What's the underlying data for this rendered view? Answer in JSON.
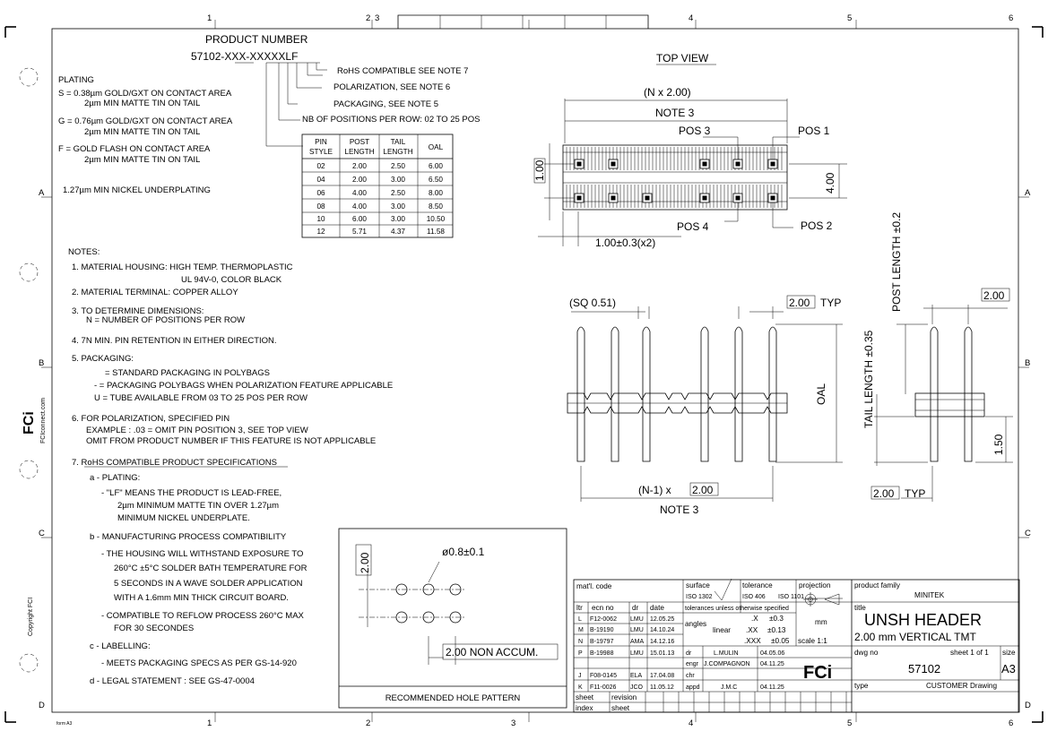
{
  "border": {
    "top_numbers": [
      "1",
      "2",
      "3",
      "4",
      "5",
      "6"
    ],
    "bottom_numbers": [
      "1",
      "2",
      "3",
      "4",
      "5",
      "6"
    ],
    "side_letters": [
      "A",
      "B",
      "C",
      "D"
    ],
    "left_vertical_site": "FCIconnect.com",
    "left_vertical_copyright": "Copyright FCI",
    "logo_text": "FCi",
    "form_label": "form A3"
  },
  "part_number": {
    "heading": "PRODUCT NUMBER",
    "code": "57102-XXX-XXXXXLF",
    "callouts": [
      "RoHS COMPATIBLE SEE NOTE 7",
      "POLARIZATION, SEE NOTE 6",
      "PACKAGING, SEE NOTE 5",
      "NB OF POSITIONS PER ROW: 02 TO 25 POS"
    ]
  },
  "plating": {
    "heading": "PLATING",
    "lines": [
      "S = 0.38µm GOLD/GXT ON CONTACT AREA",
      "2µm MIN MATTE TIN ON TAIL",
      "G = 0.76µm GOLD/GXT ON CONTACT AREA",
      "2µm MIN MATTE TIN ON TAIL",
      "F = GOLD FLASH ON CONTACT AREA",
      "2µm MIN MATTE TIN ON TAIL"
    ],
    "underplating": "1.27µm MIN NICKEL UNDERPLATING"
  },
  "pin_table": {
    "headers": [
      [
        "PIN",
        "STYLE"
      ],
      [
        "POST",
        "LENGTH"
      ],
      [
        "TAIL",
        "LENGTH"
      ],
      [
        "OAL",
        ""
      ]
    ],
    "rows": [
      [
        "02",
        "2.00",
        "2.50",
        "6.00"
      ],
      [
        "04",
        "2.00",
        "3.00",
        "6.50"
      ],
      [
        "06",
        "4.00",
        "2.50",
        "8.00"
      ],
      [
        "08",
        "4.00",
        "3.00",
        "8.50"
      ],
      [
        "10",
        "6.00",
        "3.00",
        "10.50"
      ],
      [
        "12",
        "5.71",
        "4.37",
        "11.58"
      ]
    ]
  },
  "notes": {
    "heading": "NOTES:",
    "n1": "1. MATERIAL HOUSING: HIGH TEMP. THERMOPLASTIC",
    "n1b": "UL 94V-0, COLOR BLACK",
    "n2": "2. MATERIAL TERMINAL: COPPER ALLOY",
    "n3": "3. TO DETERMINE DIMENSIONS:",
    "n3b": "N = NUMBER OF POSITIONS PER ROW",
    "n4": "4. 7N MIN. PIN RETENTION IN EITHER DIRECTION.",
    "n5": "5. PACKAGING:",
    "n5a": "= STANDARD PACKAGING IN POLYBAGS",
    "n5b": "- = PACKAGING POLYBAGS WHEN POLARIZATION FEATURE APPLICABLE",
    "n5c": "U = TUBE AVAILABLE FROM 03 TO 25 POS PER ROW",
    "n6": "6. FOR POLARIZATION, SPECIFIED PIN",
    "n6a": "EXAMPLE : .03 = OMIT PIN POSITION 3, SEE TOP VIEW",
    "n6b": "OMIT FROM PRODUCT NUMBER IF THIS FEATURE IS NOT APPLICABLE",
    "n7": "7. RoHS COMPATIBLE PRODUCT SPECIFICATIONS",
    "n7a": "a - PLATING:",
    "n7a1": "- \"LF\" MEANS THE PRODUCT IS LEAD-FREE,",
    "n7a2": "2µm MINIMUM MATTE TIN OVER 1.27µm",
    "n7a3": "MINIMUM NICKEL UNDERPLATE.",
    "n7b": "b - MANUFACTURING PROCESS COMPATIBILITY",
    "n7b1": "- THE HOUSING WILL WITHSTAND EXPOSURE TO",
    "n7b2": "260°C ±5°C SOLDER BATH TEMPERATURE FOR",
    "n7b3": "5 SECONDS IN A WAVE SOLDER APPLICATION",
    "n7b4": "WITH A 1.6mm MIN THICK CIRCUIT BOARD.",
    "n7b5": "- COMPATIBLE TO REFLOW PROCESS 260°C MAX",
    "n7b6": "FOR 30 SECONDES",
    "n7c": "c - LABELLING:",
    "n7c1": "- MEETS PACKAGING SPECS AS PER GS-14-920",
    "n7d": "d - LEGAL STATEMENT : SEE GS-47-0004"
  },
  "top_view": {
    "title": "TOP VIEW",
    "dim_n": "(N x 2.00)",
    "note3": "NOTE 3",
    "pos1": "POS 1",
    "pos2": "POS 2",
    "pos3": "POS 3",
    "pos4": "POS 4",
    "dim_height": "4.00",
    "dim_pitch": "1.00",
    "dim_offset": "1.00±0.3(x2)"
  },
  "front_view": {
    "sq": "(SQ 0.51)",
    "typ_box": "2.00",
    "typ": "TYP",
    "oal": "OAL",
    "n_minus": "(N-1) x",
    "n_box": "2.00",
    "note3": "NOTE 3"
  },
  "side_view": {
    "post_length": "POST LENGTH ±0.2",
    "tail_length": "TAIL LENGTH ±0.35",
    "top_box": "2.00",
    "dim_150": "1.50",
    "bottom_box": "2.00",
    "typ": "TYP"
  },
  "hole_pattern": {
    "label": "RECOMMENDED HOLE PATTERN",
    "dia": "ø0.8±0.1",
    "pitch": "2.00",
    "non_accum": "2.00 NON ACCUM."
  },
  "title_block": {
    "matl_code": "mat'l. code",
    "surface": "surface",
    "iso1302": "ISO 1302",
    "tolerance": "tolerance",
    "iso406": "ISO 406",
    "iso1101": "ISO 1101",
    "projection": "projection",
    "tol_unless": "tolerances unless otherwise specified",
    "angles": "angles",
    "linear": "linear",
    "tol_x": ".X",
    "tol_x_val": "±0.3",
    "tol_xx": ".XX",
    "tol_xx_val": "±0.13",
    "tol_xxx": ".XXX",
    "tol_xxx_val": "±0.05",
    "mm": "mm",
    "scale": "scale 1:1",
    "rev_headers": [
      "ltr",
      "ecn no",
      "dr",
      "date"
    ],
    "revisions": [
      [
        "L",
        "F12-0062",
        "LMU",
        "12.05.25"
      ],
      [
        "M",
        "B-19190",
        "LMU",
        "14.10.24"
      ],
      [
        "N",
        "B-19797",
        "AMA",
        "14.12.16"
      ],
      [
        "P",
        "B-19988",
        "LMU",
        "15.01.13"
      ],
      [
        "",
        "",
        " ",
        ""
      ],
      [
        "J",
        "F08-0145",
        "ELA",
        "17.04.08"
      ],
      [
        "K",
        "F11-0026",
        "JCO",
        "11.05.12"
      ]
    ],
    "dr_label": "dr",
    "dr_name": "L.MULIN",
    "dr_date": "04.05.06",
    "engr_label": "engr",
    "engr_name": "J.COMPAGNON",
    "engr_date": "04.11.25",
    "chr_label": "chr",
    "appd_label": "appd",
    "appd_name": "J.M.C",
    "appd_date": "04.11.25",
    "sheet_index": [
      "sheet",
      "index"
    ],
    "revision_sheet": [
      "revision",
      "sheet"
    ],
    "product_family_label": "product family",
    "product_family": "MINITEK",
    "title_label": "title",
    "title_main": "UNSH HEADER",
    "title_sub": "2.00 mm VERTICAL TMT",
    "dwg_no_label": "dwg no",
    "sheet_of": "sheet 1 of 1",
    "size_label": "size",
    "dwg_no": "57102",
    "size": "A3",
    "type_label": "type",
    "type": "CUSTOMER Drawing"
  }
}
